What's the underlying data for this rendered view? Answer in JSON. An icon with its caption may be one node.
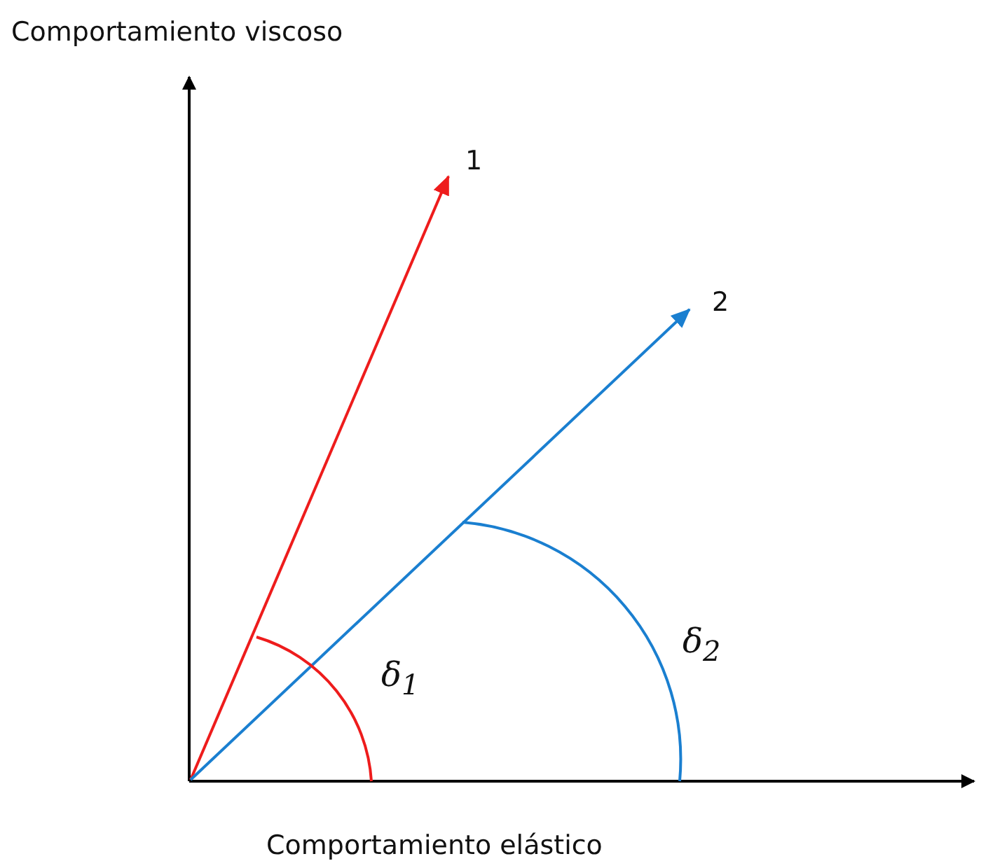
{
  "diagram": {
    "labels": [
      "Comportamiento viscoso",
      "1",
      "2",
      "δ$_{2}$",
      "δ$_{1}$",
      "Comportamiento elástico"
    ]
  }
}
